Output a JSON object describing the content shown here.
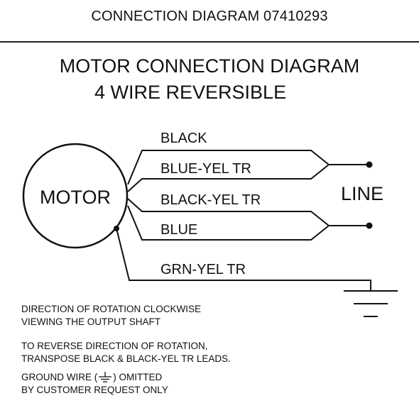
{
  "header": {
    "title": "CONNECTION DIAGRAM 07410293"
  },
  "diagram": {
    "title_line1": "MOTOR CONNECTION DIAGRAM",
    "title_line2": "4 WIRE REVERSIBLE",
    "motor_label": "MOTOR",
    "line_label": "LINE",
    "wires": {
      "black": "BLACK",
      "blue_yel": "BLUE-YEL TR",
      "black_yel": "BLACK-YEL TR",
      "blue": "BLUE",
      "grn_yel": "GRN-YEL TR"
    }
  },
  "notes": {
    "rotation_line1": "DIRECTION OF ROTATION CLOCKWISE",
    "rotation_line2": "VIEWING THE OUTPUT SHAFT",
    "reverse_line1": "TO REVERSE DIRECTION OF ROTATION,",
    "reverse_line2": "TRANSPOSE BLACK & BLACK-YEL TR LEADS.",
    "ground_prefix": "GROUND WIRE (",
    "ground_suffix": ") OMITTED",
    "ground_line2": "BY CUSTOMER REQUEST ONLY"
  },
  "icons": {
    "ground": "ground-symbol-icon"
  }
}
